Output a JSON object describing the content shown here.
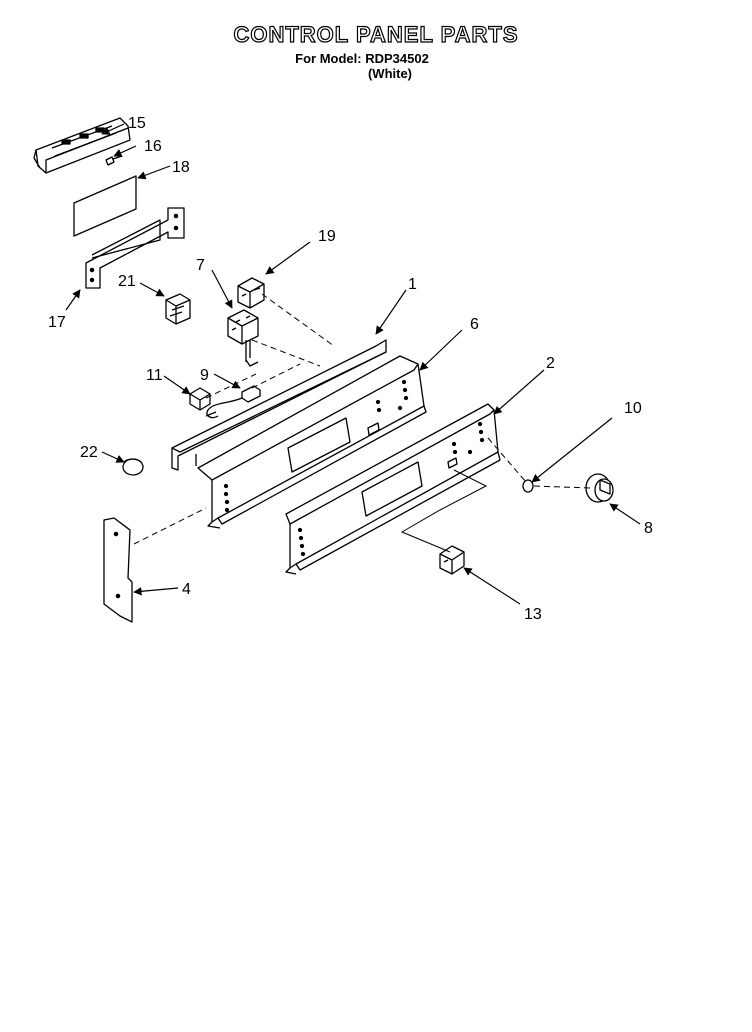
{
  "header": {
    "title": "CONTROL PANEL PARTS",
    "model_line": "For Model: RDP34502",
    "color_line": "(White)"
  },
  "callouts": {
    "c1": "1",
    "c2": "2",
    "c4": "4",
    "c6": "6",
    "c7": "7",
    "c8": "8",
    "c9": "9",
    "c10": "10",
    "c11": "11",
    "c13": "13",
    "c15": "15",
    "c16": "16",
    "c17": "17",
    "c18": "18",
    "c19": "19",
    "c21": "21",
    "c22": "22"
  }
}
